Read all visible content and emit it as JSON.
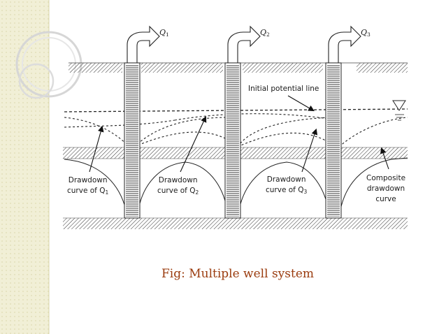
{
  "labels": {
    "initial_potential_line": "Initial potential line",
    "drawdown_q1": [
      "Drawdown",
      "curve of Q",
      "1"
    ],
    "drawdown_q2": [
      "Drawdown",
      "curve of Q",
      "2"
    ],
    "drawdown_q3": [
      "Drawdown",
      "curve of Q",
      "3"
    ],
    "composite": [
      "Composite",
      "drawdown",
      "curve"
    ]
  },
  "wells": [
    {
      "symbol": "Q",
      "index": "1"
    },
    {
      "symbol": "Q",
      "index": "2"
    },
    {
      "symbol": "Q",
      "index": "3"
    }
  ],
  "caption": "Fig: Multiple well system",
  "colors": {
    "caption": "#9a3b0e",
    "sidebar": "#f1efd6",
    "sidebar_dots": "#e2dfba",
    "ink": "#1a1a1a"
  }
}
